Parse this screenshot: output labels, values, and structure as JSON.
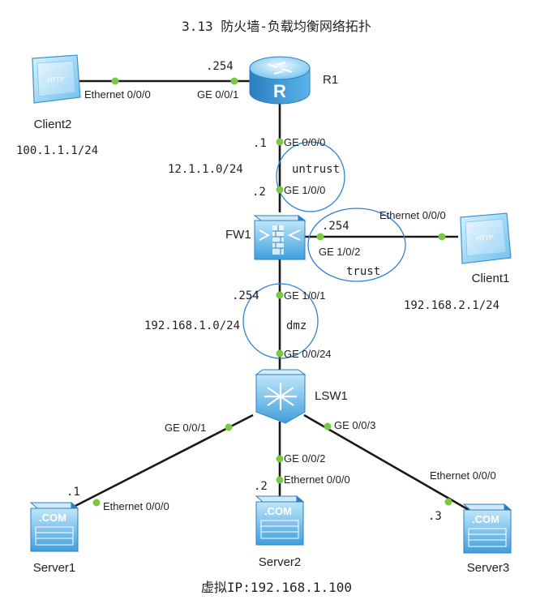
{
  "title": "3.13 防火墙-负载均衡网络拓扑",
  "footer": "虚拟IP:192.168.1.100",
  "devices": {
    "r1": "R1",
    "fw1": "FW1",
    "lsw1": "LSW1",
    "client1": "Client1",
    "client2": "Client2",
    "server1": "Server1",
    "server2": "Server2",
    "server3": "Server3"
  },
  "icon_text": {
    "http": "HTTP",
    "com": ".COM",
    "router": "R"
  },
  "addresses": {
    "client2_ip": "100.1.1.1/24",
    "client1_ip": "192.168.2.1/24",
    "r1_g001_host": ".254",
    "r1_g000_host": ".1",
    "fw_g100_host": ".2",
    "net_12": "12.1.1.0/24",
    "fw_g102_host": ".254",
    "fw_g101_host": ".254",
    "net_192_1": "192.168.1.0/24",
    "server1_host": ".1",
    "server2_host": ".2",
    "server3_host": ".3"
  },
  "zones": {
    "untrust": "untrust",
    "trust": "trust",
    "dmz": "dmz"
  },
  "ports": {
    "client2_eth": "Ethernet 0/0/0",
    "r1_g001": "GE 0/0/1",
    "r1_g000": "GE 0/0/0",
    "fw_g100": "GE 1/0/0",
    "fw_g102": "GE 1/0/2",
    "client1_eth": "Ethernet 0/0/0",
    "fw_g101": "GE 1/0/1",
    "lsw_g0024": "GE 0/0/24",
    "lsw_g001": "GE 0/0/1",
    "lsw_g002": "GE 0/0/2",
    "lsw_g003": "GE 0/0/3",
    "server1_eth": "Ethernet 0/0/0",
    "server2_eth": "Ethernet 0/0/0",
    "server3_eth": "Ethernet 0/0/0"
  },
  "colors": {
    "link": "#1a1a1a",
    "port_dot": "#7ac943",
    "zone_ring": "#2f80d8",
    "device_blue": "#5ab4ea"
  }
}
